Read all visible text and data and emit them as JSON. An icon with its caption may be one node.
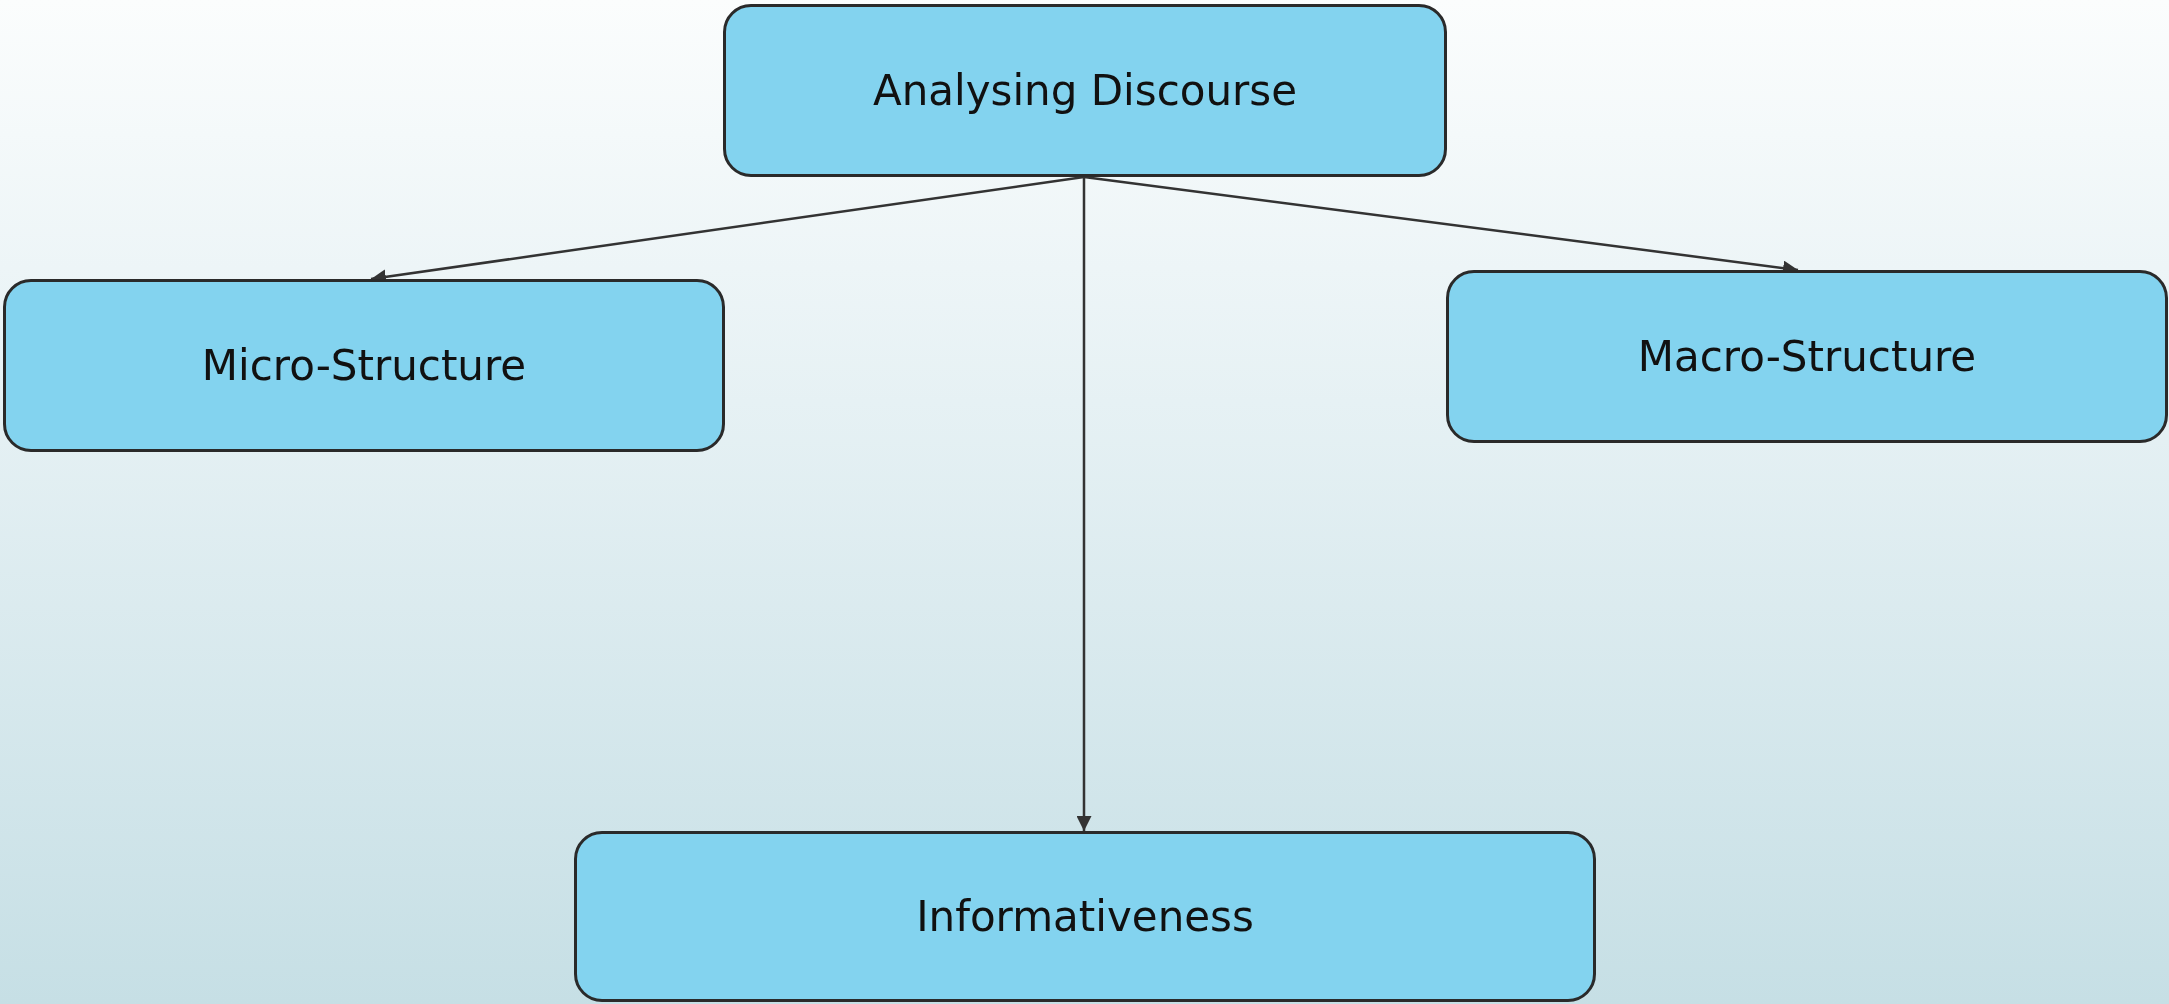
{
  "diagram": {
    "nodes": [
      {
        "text": [
          "Analysing Discourse"
        ]
      },
      {
        "text": [
          "Micro-Structure"
        ]
      },
      {
        "text": [
          "Macro-Structure"
        ]
      },
      {
        "text": [
          "Informativeness"
        ]
      }
    ],
    "edges": [
      {
        "from": 0,
        "to": 1,
        "arrow": "to"
      },
      {
        "from": 0,
        "to": 2,
        "arrow": "to"
      },
      {
        "from": 0,
        "to": 3,
        "arrow": "to"
      }
    ]
  }
}
